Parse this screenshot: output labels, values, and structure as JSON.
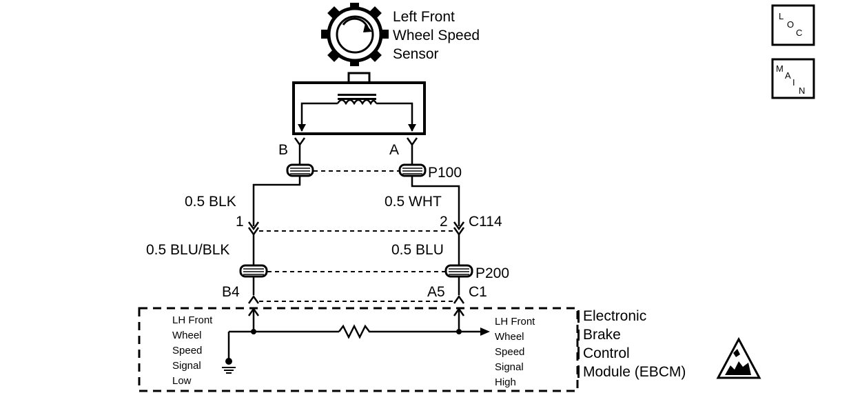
{
  "sensor": {
    "title_line1": "Left Front",
    "title_line2": "Wheel Speed",
    "title_line3": "Sensor",
    "terminal_b": "B",
    "terminal_a": "A"
  },
  "connectors": {
    "p100": "P100",
    "c114": "C114",
    "p200": "P200",
    "c1": "C1"
  },
  "wires": {
    "left_upper": "0.5 BLK",
    "right_upper": "0.5 WHT",
    "left_lower": "0.5 BLU/BLK",
    "right_lower": "0.5 BLU",
    "pin_left_c114": "1",
    "pin_right_c114": "2",
    "pin_left_c1": "B4",
    "pin_right_c1": "A5"
  },
  "ebcm": {
    "low_signal": [
      "LH Front",
      "Wheel",
      "Speed",
      "Signal",
      "Low"
    ],
    "high_signal": [
      "LH Front",
      "Wheel",
      "Speed",
      "Signal",
      "High"
    ],
    "module_name": [
      "Electronic",
      "Brake",
      "Control",
      "Module (EBCM)"
    ]
  },
  "nav_buttons": {
    "loc": [
      "L",
      "O",
      "C"
    ],
    "main": [
      "M",
      "A",
      "I",
      "N"
    ]
  },
  "icons": [
    "sensor-gear-icon",
    "coil-icon",
    "ground-icon",
    "resistor-icon",
    "esd-warning-icon"
  ]
}
